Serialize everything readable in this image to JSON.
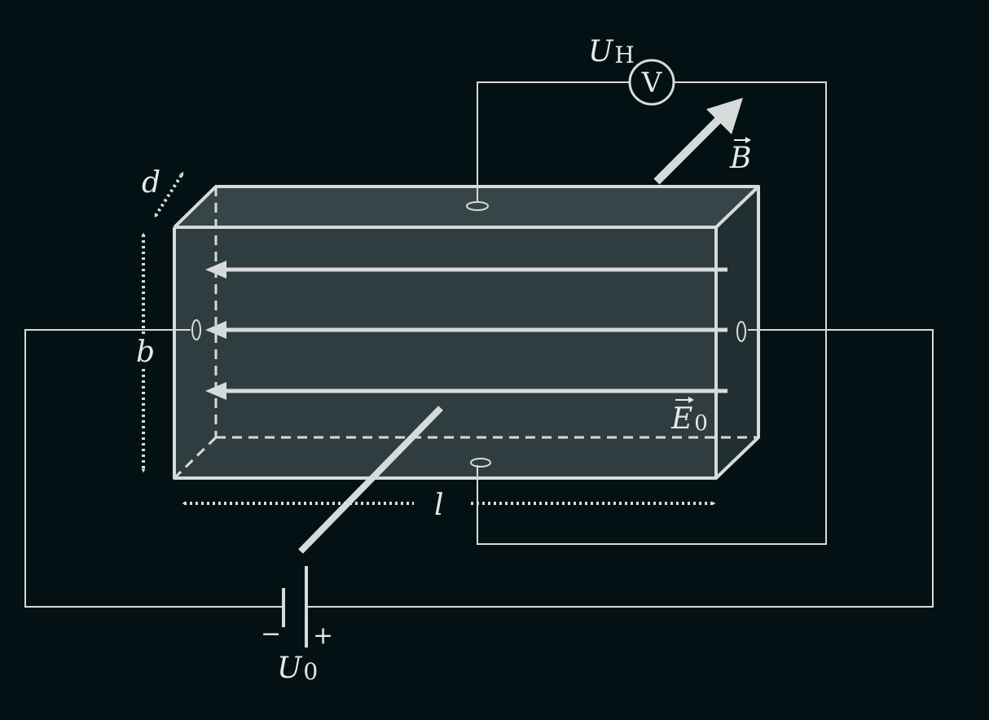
{
  "colors": {
    "background": "#031115",
    "stroke": "#d7dadb",
    "box_fill": "#8f9b9c"
  },
  "labels": {
    "hall_voltage_symbol": "U",
    "hall_voltage_subscript": "H",
    "voltmeter_symbol": "V",
    "magnetic_field_symbol": "B",
    "electric_field_symbol": "E",
    "electric_field_subscript": "0",
    "thickness_symbol": "d",
    "height_symbol": "b",
    "length_symbol": "l",
    "supply_voltage_symbol": "U",
    "supply_voltage_subscript": "0",
    "minus_sign": "−",
    "plus_sign": "+"
  },
  "icons": {
    "voltmeter": "circle-with-letter",
    "battery": "battery-cell",
    "vector_arrow": "vector-arrow"
  }
}
